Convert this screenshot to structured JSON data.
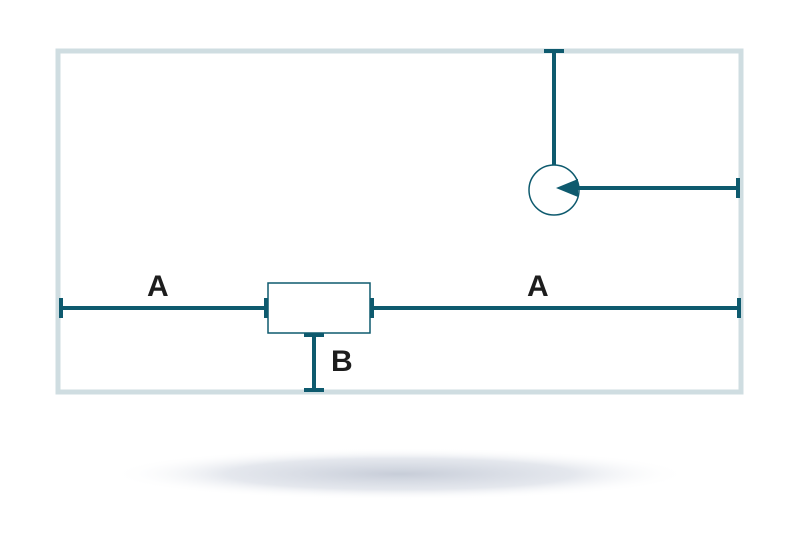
{
  "diagram": {
    "labels": {
      "left_segment": "A",
      "right_segment": "A",
      "bottom_stub": "B"
    }
  },
  "colors": {
    "frame": "#cfdde1",
    "line": "#0e5a6e",
    "label": "#1d1d1d",
    "shadow": "#c4cad6"
  }
}
